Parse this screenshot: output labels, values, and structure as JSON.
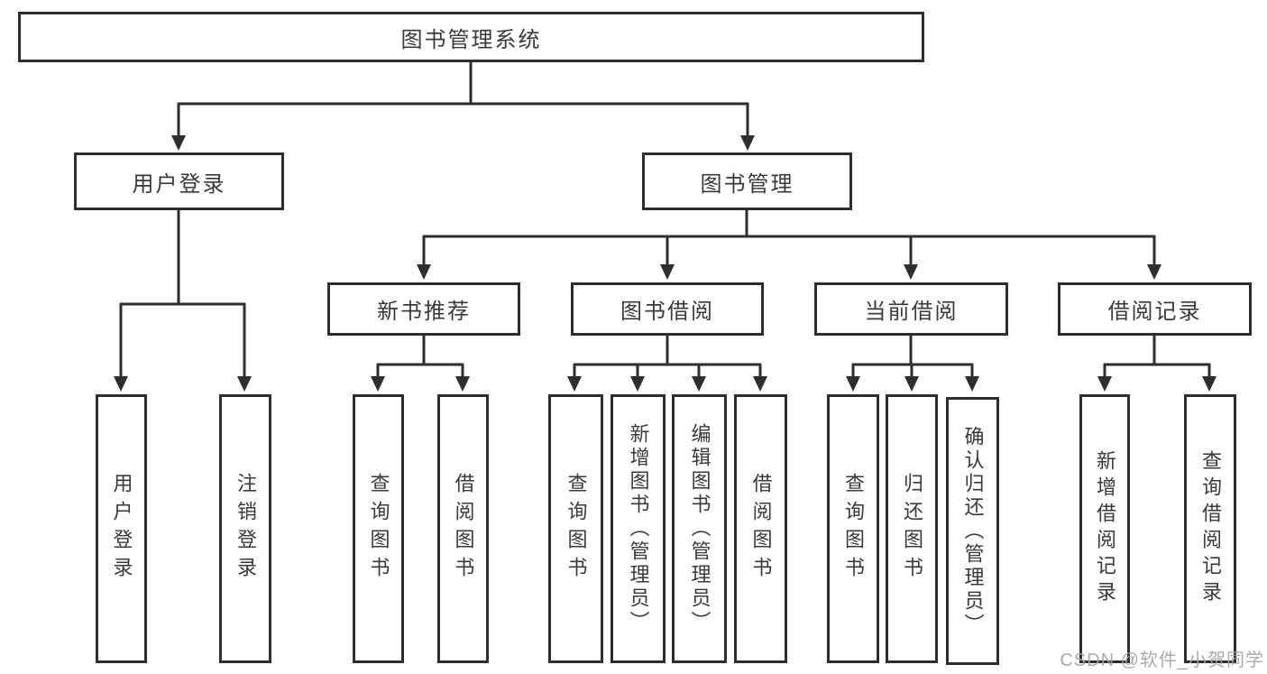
{
  "colors": {
    "line": "#2e2e2e",
    "box_border": "#2e2e2e",
    "text": "#3a3a3a",
    "background": "#ffffff",
    "watermark": "#a4a4a8"
  },
  "nodes": {
    "root": "图书管理系统",
    "user_login": "用户登录",
    "book_management": "图书管理",
    "new_book_recommend": "新书推荐",
    "book_borrowing": "图书借阅",
    "current_borrowing": "当前借阅",
    "borrowing_records": "借阅记录",
    "leaf_user_login": "用户登录",
    "leaf_logout": "注销登录",
    "leaf_recommend_query_books": "查询图书",
    "leaf_recommend_borrow_books": "借阅图书",
    "leaf_borrowing_query_books": "查询图书",
    "leaf_borrowing_add_books": "新增图书（管理员）",
    "leaf_borrowing_edit_books": "编辑图书（管理员）",
    "leaf_borrowing_borrow_books": "借阅图书",
    "leaf_current_query_books": "查询图书",
    "leaf_current_return_books": "归还图书",
    "leaf_current_confirm_return": "确认归还（管理员）",
    "leaf_records_add_record": "新增借阅记录",
    "leaf_records_query_record": "查询借阅记录"
  },
  "watermark": "CSDN @软件_小贺同学"
}
